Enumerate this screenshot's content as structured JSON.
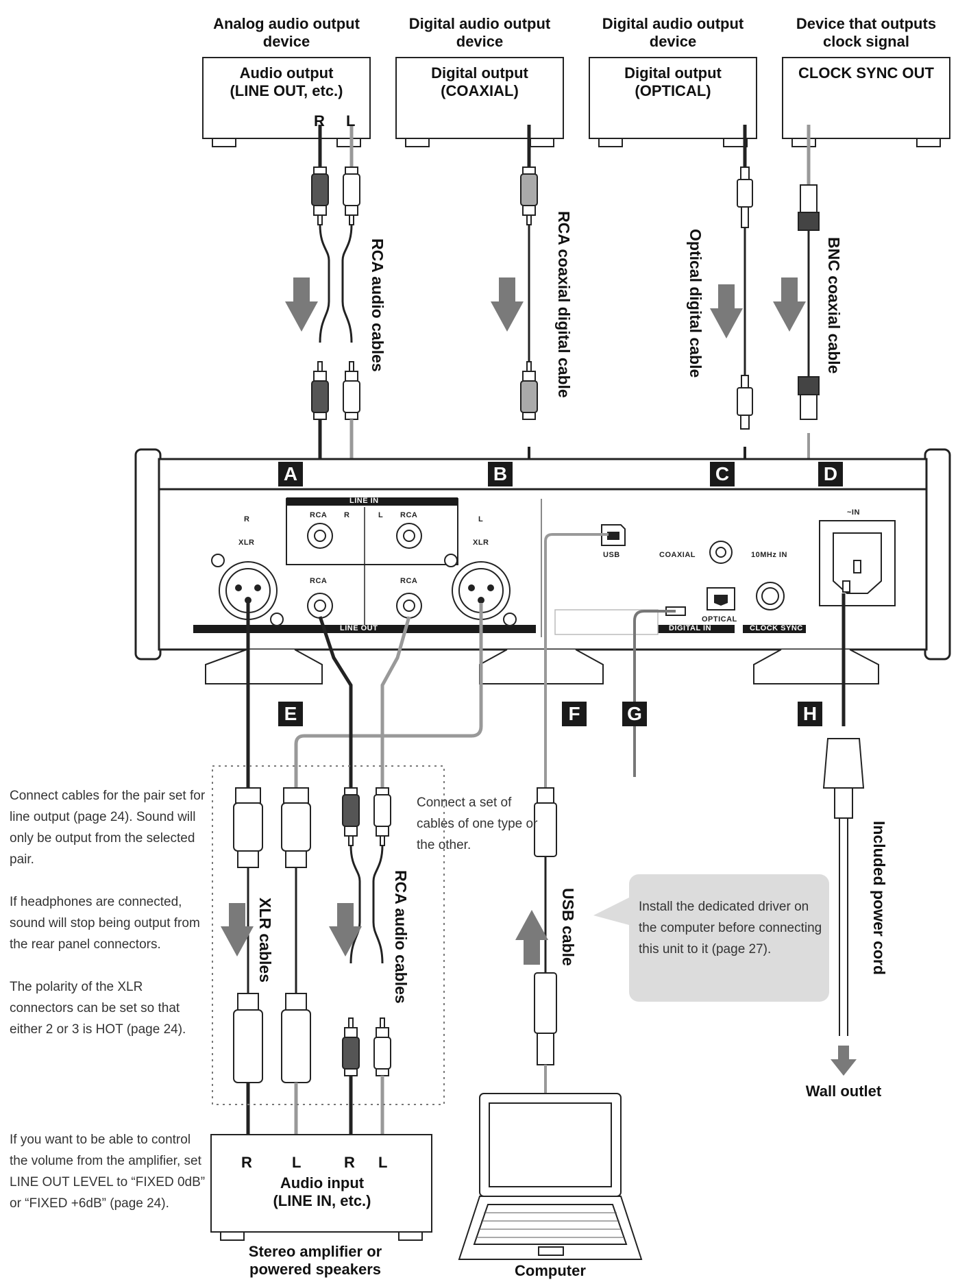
{
  "sources": [
    {
      "device": "Analog audio output\ndevice",
      "output": "Audio output\n(LINE OUT, etc.)",
      "cable": "RCA audio cables"
    },
    {
      "device": "Digital audio output\ndevice",
      "output": "Digital output\n(COAXIAL)",
      "cable": "RCA coaxial digital cable"
    },
    {
      "device": "Digital audio output\ndevice",
      "output": "Digital output\n(OPTICAL)",
      "cable": "Optical digital cable"
    },
    {
      "device": "Device that outputs\nclock signal",
      "output": "CLOCK SYNC OUT",
      "cable": "BNC coaxial cable"
    }
  ],
  "channel_labels": {
    "right": "R",
    "left": "L"
  },
  "markers": [
    "A",
    "B",
    "C",
    "D",
    "E",
    "F",
    "G",
    "H"
  ],
  "panel": {
    "line_in": "LINE IN",
    "line_out": "LINE OUT",
    "digital_in": "DIGITAL IN",
    "clock_sync": "CLOCK SYNC",
    "rca": "RCA",
    "xlr": "XLR",
    "usb": "USB",
    "coaxial": "COAXIAL",
    "optical": "OPTICAL",
    "ten_mhz": "10MHz IN",
    "ac_in": "~IN",
    "r_mark": "R",
    "l_mark": "L"
  },
  "lower_cables": {
    "xlr": "XLR cables",
    "rca": "RCA audio cables",
    "usb": "USB cable",
    "power": "Included power cord"
  },
  "notes_left": [
    "Connect cables for the pair set for line output (page 24). Sound will only be output from the selected pair.",
    "If headphones are connected, sound will stop being output from the rear panel connectors.",
    "The polarity of the XLR connectors can be set so that either 2 or 3 is HOT (page 24)."
  ],
  "note_volume": "If you want to be able to control the volume from the amplifier, set LINE OUT LEVEL to “FIXED 0dB” or “FIXED +6dB” (page 24).",
  "note_set": "Connect a set of cables of one type or the other.",
  "callout": "Install the dedicated driver on the computer before connecting this unit to it (page 27).",
  "destinations": {
    "amp_input": "Audio input\n(LINE IN, etc.)",
    "amp_label": "Stereo amplifier or\npowered speakers",
    "computer": "Computer",
    "wall": "Wall outlet"
  },
  "colors": {
    "ink": "#1a1a1a",
    "grey_cable": "#9a9a9a",
    "arrow": "#7a7a7a",
    "callout": "#dcdcdc"
  }
}
